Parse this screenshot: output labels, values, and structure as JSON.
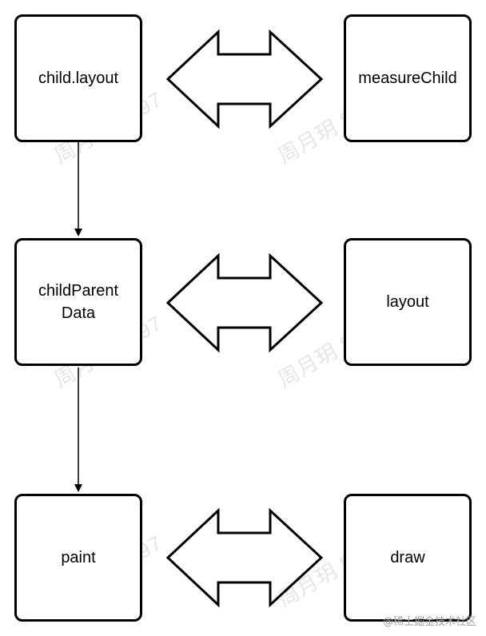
{
  "nodes": {
    "child_layout": "child.layout",
    "measure_child": "measureChild",
    "child_parent_data": "childParent\nData",
    "layout": "layout",
    "paint": "paint",
    "draw": "draw"
  },
  "watermark": {
    "text": "周月玥 8797"
  },
  "footer": {
    "text": "@稀土掘金技术社区"
  },
  "colors": {
    "stroke": "#000000",
    "background": "#ffffff"
  }
}
